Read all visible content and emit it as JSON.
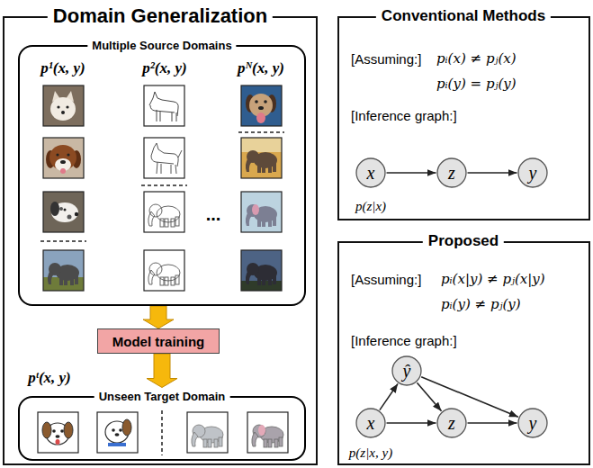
{
  "diagram": {
    "nodes": [
      {
        "text": [
          "Domain Generalization",
          "pᵗ(x, y)"
        ]
      },
      {
        "text": [
          "Multiple Source Domains",
          "p¹(x, y)",
          "p²(x, y)",
          "pᴺ(x, y)",
          "..."
        ],
        "in": 0
      },
      {
        "text": [
          "Model training"
        ],
        "in": 0
      },
      {
        "text": [
          "Unseen Target Domain"
        ],
        "in": 0
      },
      {
        "text": [
          "Conventional Methods",
          "[Assuming:]",
          "pᵢ(x) ≠ pⱼ(x)",
          "pᵢ(y) = pⱼ(y)",
          "[Inference graph:]",
          "p(z|x)"
        ]
      },
      {
        "text": [
          "x"
        ],
        "in": 4
      },
      {
        "text": [
          "z"
        ],
        "in": 4
      },
      {
        "text": [
          "y"
        ],
        "in": 4
      },
      {
        "text": [
          "Proposed",
          "[Assuming:]",
          "pᵢ(x|y) ≠ pⱼ(x|y)",
          "pᵢ(y) ≠ pⱼ(y)",
          "[Inference graph:]",
          "p(z|x, y)"
        ]
      },
      {
        "text": [
          "ŷ"
        ],
        "in": 8
      },
      {
        "text": [
          "x"
        ],
        "in": 8
      },
      {
        "text": [
          "z"
        ],
        "in": 8
      },
      {
        "text": [
          "y"
        ],
        "in": 8
      }
    ],
    "edges": [
      {
        "from": 1,
        "to": 2,
        "arrow": "to"
      },
      {
        "from": 2,
        "to": 3,
        "arrow": "to"
      },
      {
        "from": 5,
        "to": 6,
        "arrow": "to"
      },
      {
        "from": 6,
        "to": 7,
        "arrow": "to"
      },
      {
        "from": 10,
        "to": 9,
        "arrow": "to"
      },
      {
        "from": 10,
        "to": 11,
        "arrow": "to"
      },
      {
        "from": 9,
        "to": 11,
        "arrow": "to"
      },
      {
        "from": 9,
        "to": 12,
        "arrow": "to"
      },
      {
        "from": 11,
        "to": 12,
        "arrow": "to"
      }
    ]
  }
}
